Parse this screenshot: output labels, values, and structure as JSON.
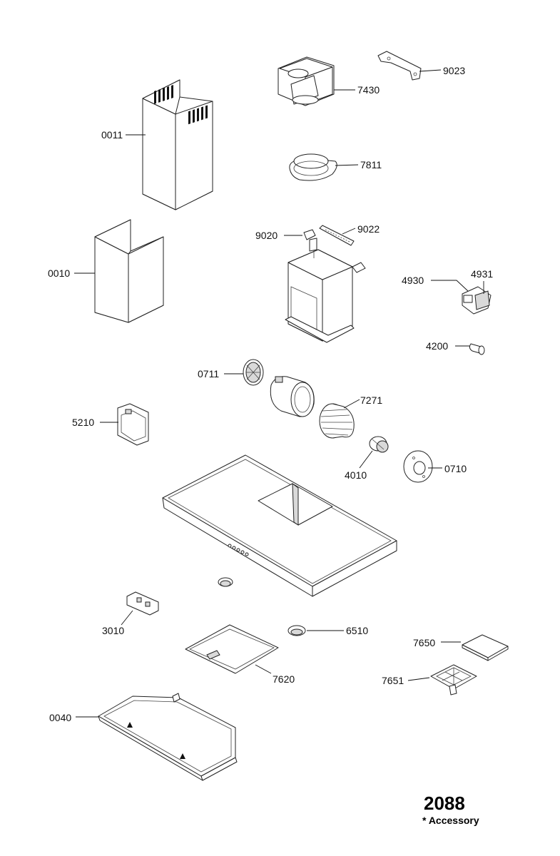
{
  "parts": {
    "p9023": "9023",
    "p7430": "7430",
    "p0011": "0011",
    "p7811": "7811",
    "p9020": "9020",
    "p9022": "9022",
    "p0010": "0010",
    "p4930": "4930",
    "p4931": "4931",
    "p4200": "4200",
    "p0711": "0711",
    "p7271": "7271",
    "p5210": "5210",
    "p4010": "4010",
    "p0710": "0710",
    "p3010": "3010",
    "p6510": "6510",
    "p7650": "7650",
    "p7620": "7620",
    "p7651": "7651",
    "p0040": "0040"
  },
  "footer": {
    "model": "2088",
    "note": "* Accessory"
  }
}
